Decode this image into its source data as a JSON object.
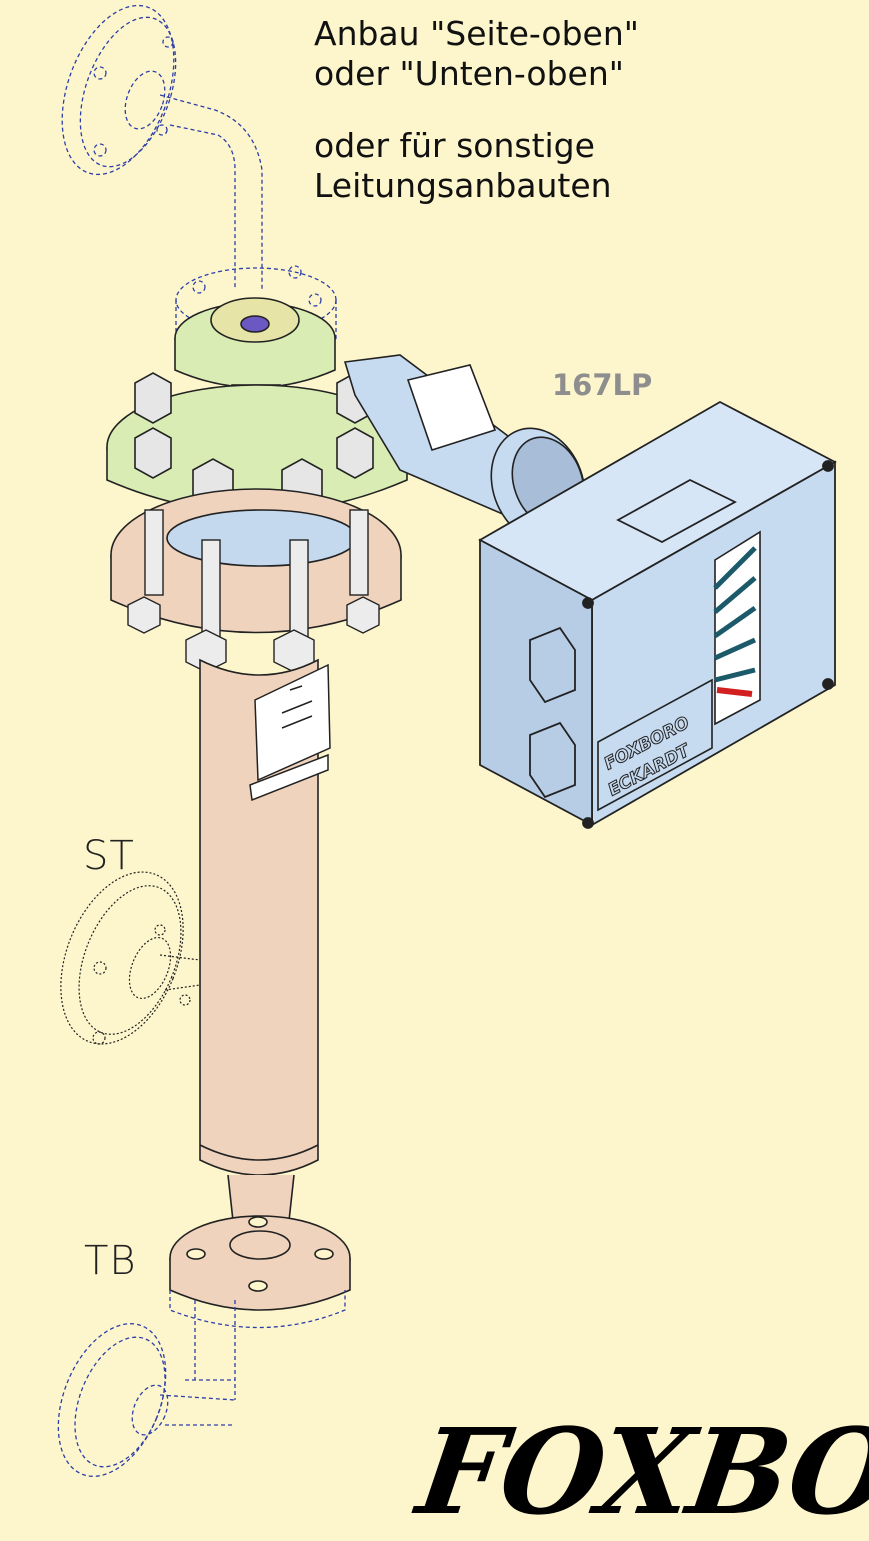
{
  "caption": {
    "line1": "Anbau \"Seite-oben\"",
    "line2": "oder \"Unten-oben\"",
    "line3": "oder für sonstige",
    "line4": "Leitungsanbauten"
  },
  "model_label": "167LP",
  "connection_labels": {
    "side": "ST",
    "bottom": "TB"
  },
  "instrument_badge": {
    "line1": "FOXBORO",
    "line2": "ECKARDT"
  },
  "logo_text": "FOXBOR",
  "colors": {
    "background": "#fdf6cc",
    "head_flange": "#d8ecb4",
    "body_tube": "#efd3bd",
    "housing": "#c6daf0",
    "dashed_outline": "#2c3ea8",
    "model_label": "#8e8e8e"
  },
  "icons": [
    "dashed-flange-top-icon",
    "dashed-flange-side-icon",
    "dashed-flange-bottom-icon",
    "pressure-gauge-scale-icon"
  ]
}
